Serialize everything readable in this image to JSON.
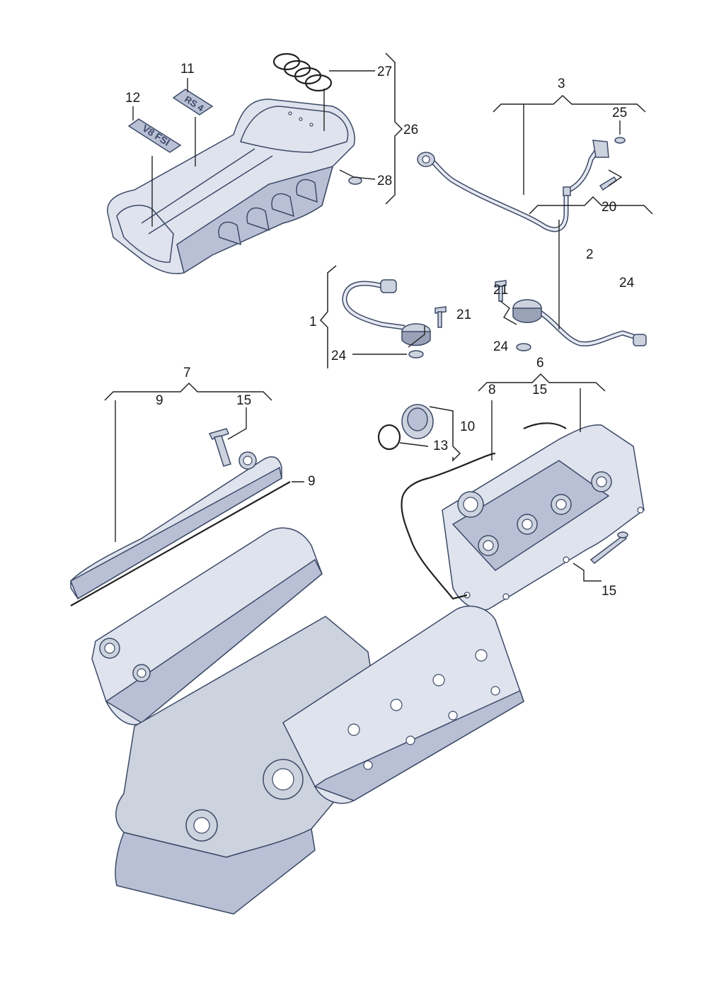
{
  "labels": {
    "p1": "1",
    "p2": "2",
    "p3": "3",
    "p6": "6",
    "p7": "7",
    "p8": "8",
    "p9a": "9",
    "p9b": "9",
    "p10": "10",
    "p11": "11",
    "p12": "12",
    "p13": "13",
    "p15a": "15",
    "p15b": "15",
    "p15c": "15",
    "p20": "20",
    "p21a": "21",
    "p21b": "21",
    "p24a": "24",
    "p24b": "24",
    "p24c": "24",
    "p25": "25",
    "p26": "26",
    "p27": "27",
    "p28": "28"
  },
  "emblems": {
    "rs4": "RS 4",
    "v8fsi": "V8 FSI"
  },
  "colors": {
    "part_fill": "#dfe3ee",
    "part_shadow": "#b9c0d6",
    "outline": "#3c4a66",
    "callout": "#1a1a1a"
  }
}
